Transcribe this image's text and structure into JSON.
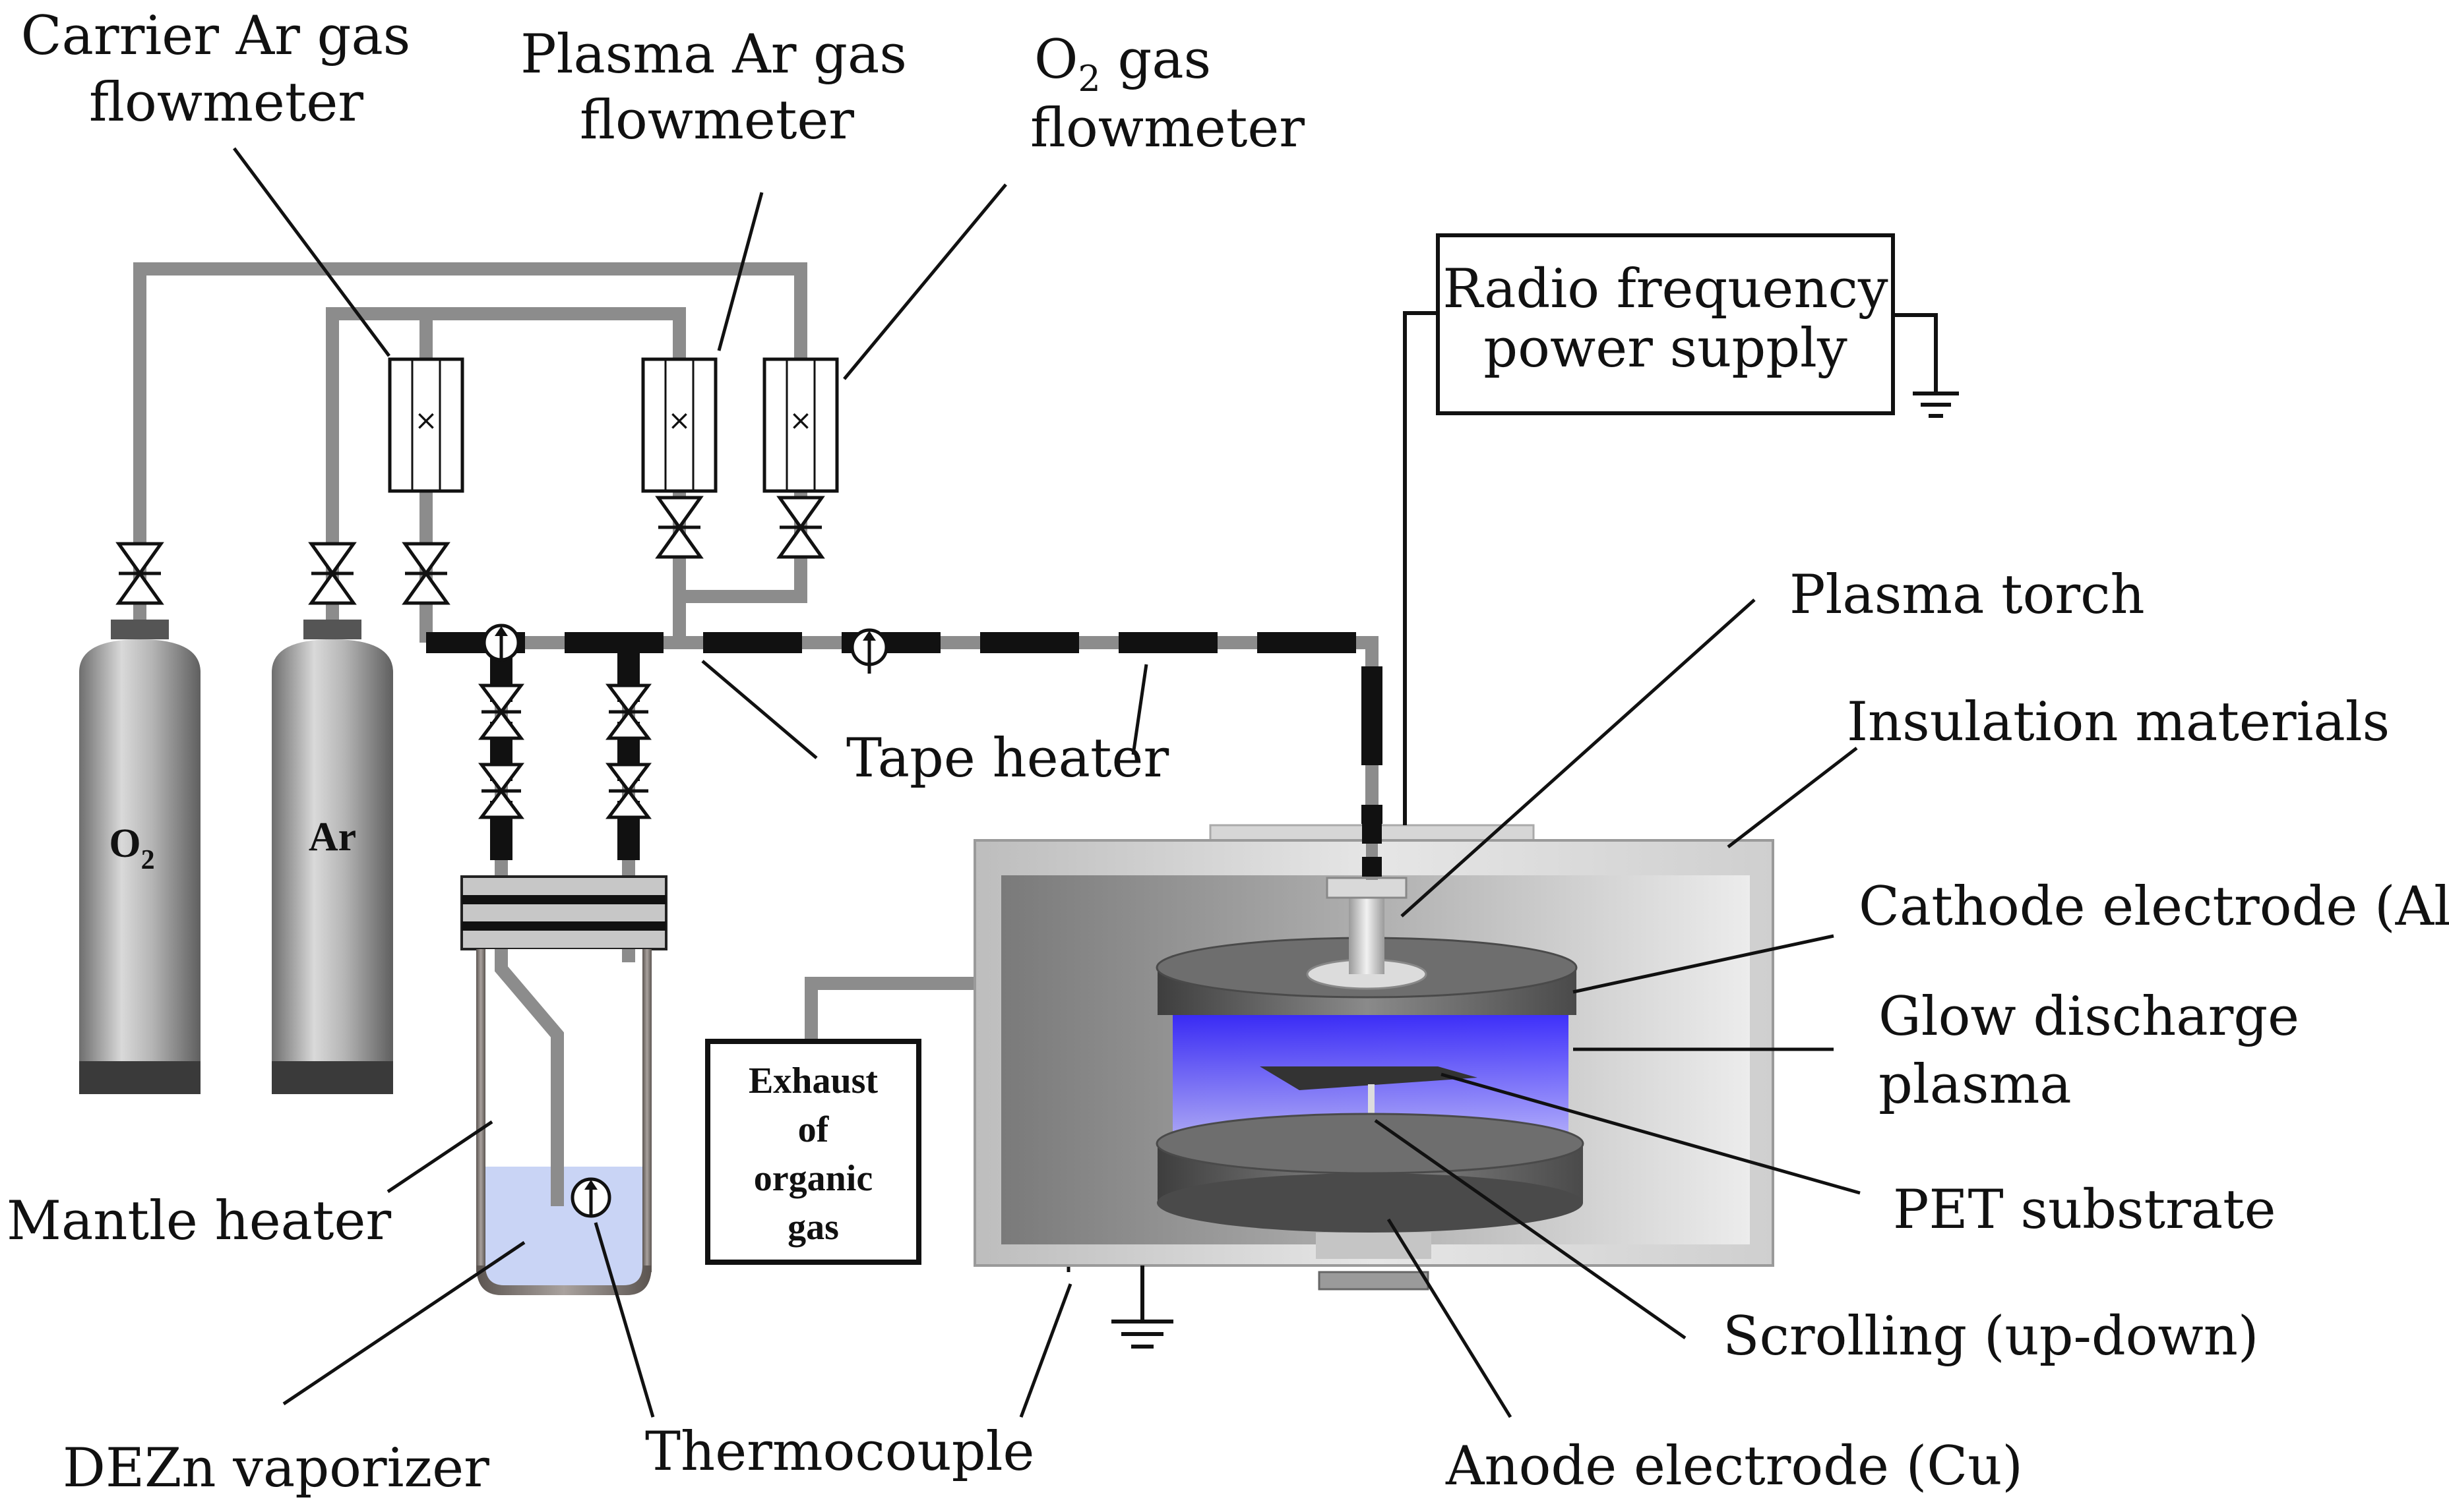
{
  "labels": {
    "carrier_flowmeter": [
      "Carrier Ar gas",
      "flowmeter"
    ],
    "plasma_flowmeter": [
      "Plasma Ar gas",
      "flowmeter"
    ],
    "o2_flowmeter": {
      "line1_main": "O",
      "line1_sub": "2",
      "line1_rest": " gas",
      "line2": "flowmeter"
    },
    "rf_power": [
      "Radio frequency",
      "power supply"
    ],
    "plasma_torch": "Plasma torch",
    "tape_heater": "Tape heater",
    "insulation": "Insulation materials",
    "cathode": "Cathode electrode (Al)",
    "glow_plasma": [
      "Glow discharge",
      "plasma"
    ],
    "pet_substrate": "PET substrate",
    "scrolling": "Scrolling (up-down)",
    "anode": "Anode electrode (Cu)",
    "mantle_heater": "Mantle heater",
    "dezn_vaporizer": "DEZn vaporizer",
    "thermocouple": "Thermocouple",
    "exhaust": [
      "Exhaust",
      "of",
      "organic",
      "gas"
    ],
    "cylinder_o2": {
      "main": "O",
      "sub": "2"
    },
    "cylinder_ar": "Ar"
  },
  "colors": {
    "gas_line": "#8c8c8c",
    "tape": "#111111",
    "cylinder": "#a9a9a9",
    "plasma": "#4a3cff",
    "vaporizer_liquid": "#c9d4f5"
  },
  "icons": [
    "needle-valve-icon",
    "thermocouple-icon",
    "ground-icon",
    "flowmeter-icon"
  ]
}
